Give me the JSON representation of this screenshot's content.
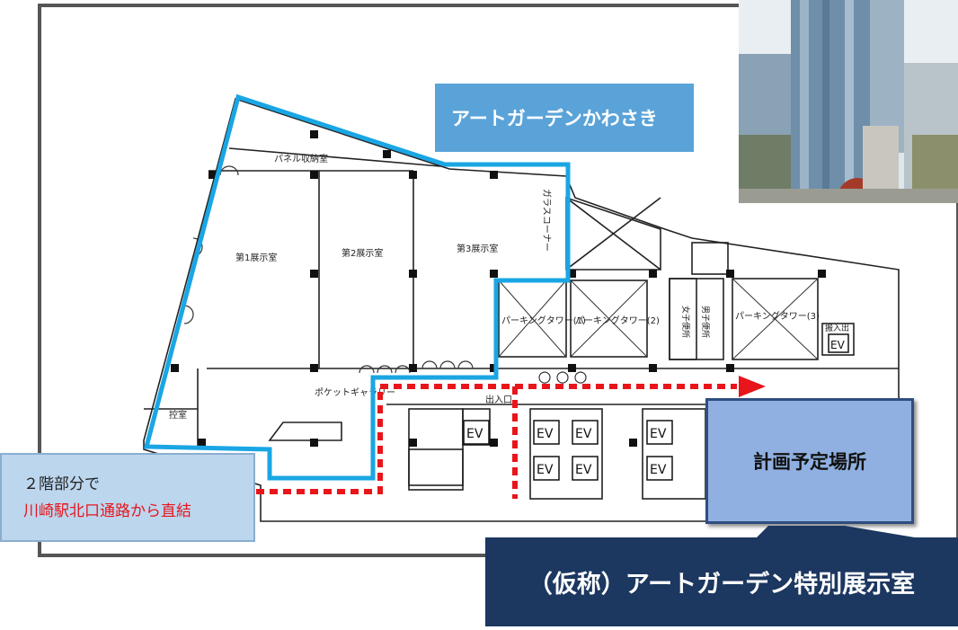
{
  "labels": {
    "venue_name": "アートガーデンかわさき",
    "access_line1": "２階部分で",
    "access_line2": "川崎駅北口通路から直結",
    "planned_location": "計画予定場所",
    "special_room": "（仮称）アートガーデン特別展示室"
  },
  "floorplan": {
    "rooms": {
      "panel_storage": "パネル収納室",
      "hall1": "第1展示室",
      "hall2": "第2展示室",
      "hall3": "第3展示室",
      "gallery_corridor": "ガラスコーナー",
      "pocket_gallery": "ポケットギャラリー",
      "office": "控室",
      "entrance": "出入口",
      "parking1": "パーキングタワー(1)",
      "parking2": "パーキングタワー(2)",
      "parking3": "パーキングタワー(3)",
      "womens_wc": "女子便所",
      "mens_wc": "男子便所",
      "loading": "搬入出",
      "ev": "EV"
    }
  },
  "colors": {
    "outline": "#1aa6e4",
    "route": "#e8151b",
    "label_blue": "#5aa3d8",
    "navy": "#1c3760"
  }
}
